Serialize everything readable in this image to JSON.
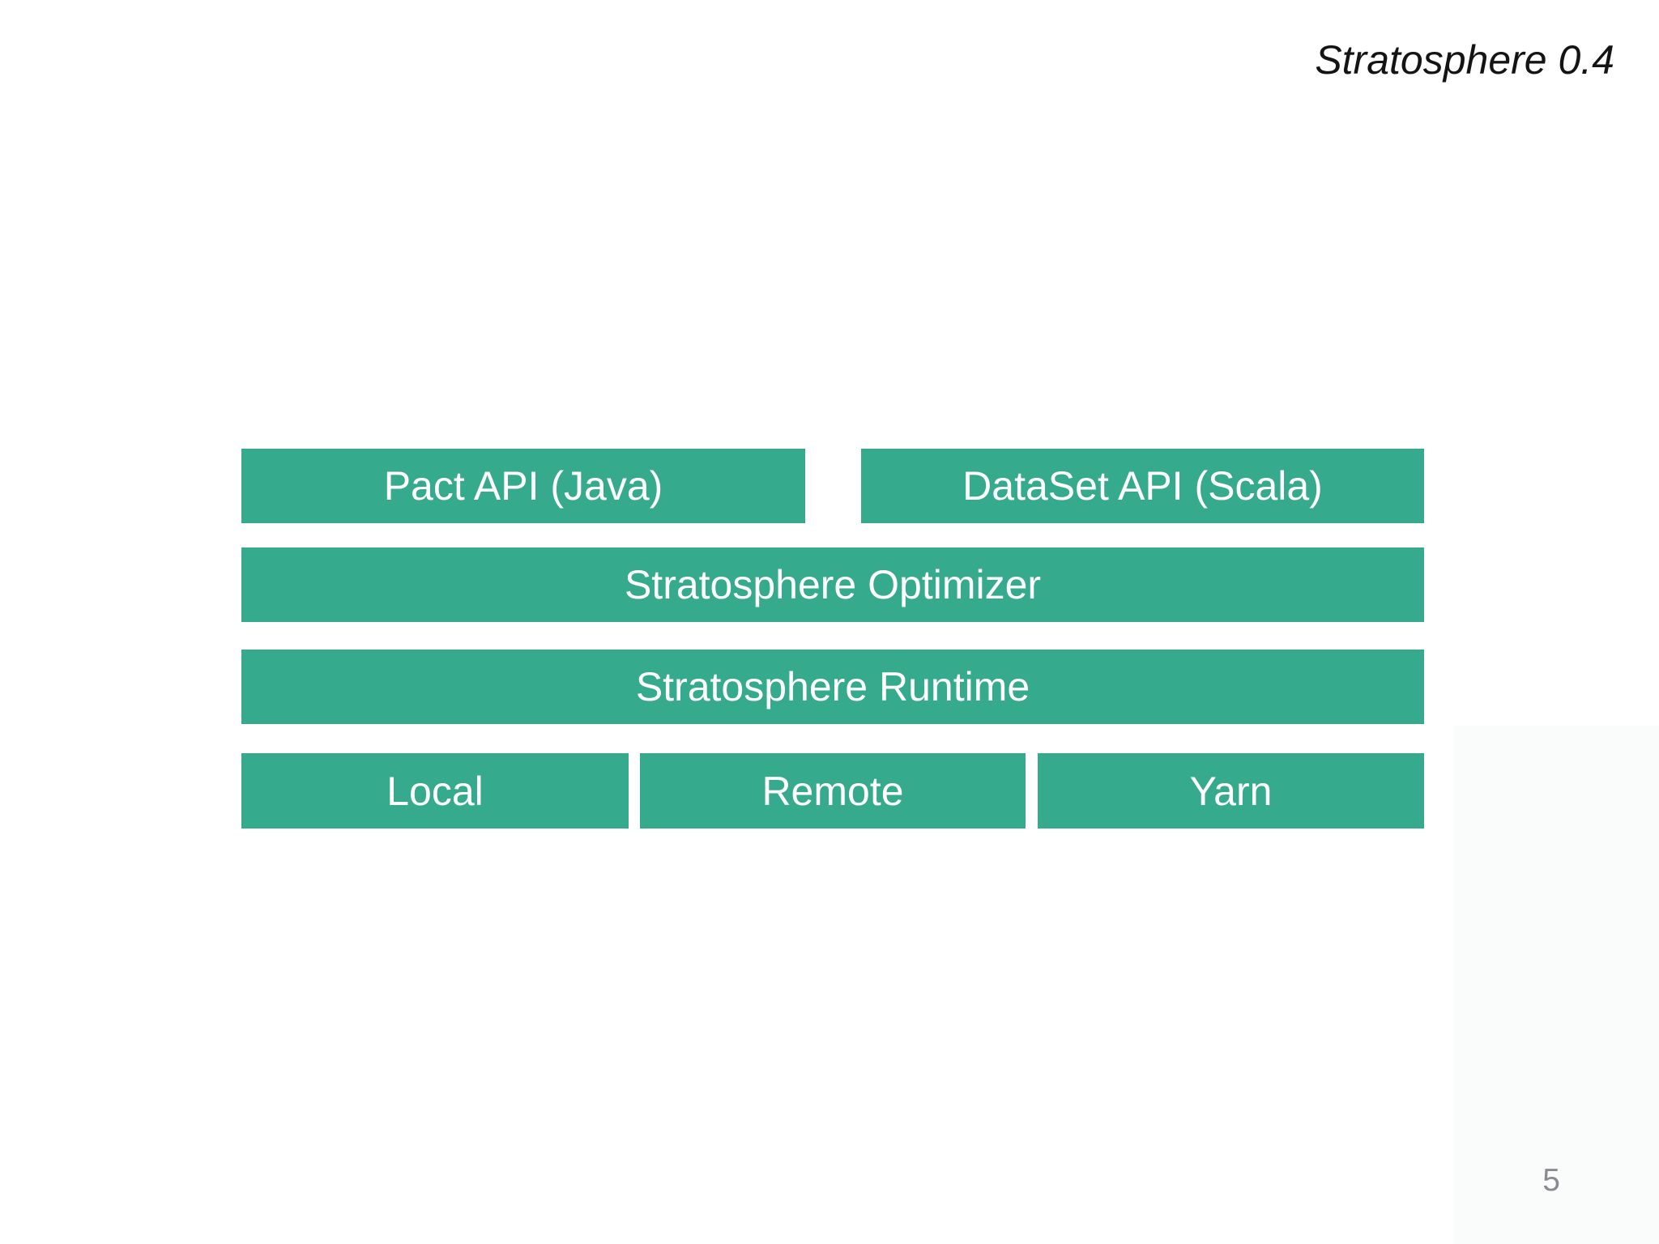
{
  "slide": {
    "title": "Stratosphere 0.4",
    "page_number": "5",
    "colors": {
      "block_fill": "#35aa8c",
      "block_text": "#ffffff",
      "title_text": "#141414",
      "page_number_text": "#8b8b91",
      "background": "#ffffff"
    },
    "diagram": {
      "type": "architecture-stack",
      "rows": [
        {
          "blocks": [
            {
              "label": "Pact API (Java)"
            },
            {
              "label": "DataSet API (Scala)"
            }
          ]
        },
        {
          "blocks": [
            {
              "label": "Stratosphere Optimizer"
            }
          ]
        },
        {
          "blocks": [
            {
              "label": "Stratosphere Runtime"
            }
          ]
        },
        {
          "blocks": [
            {
              "label": "Local"
            },
            {
              "label": "Remote"
            },
            {
              "label": "Yarn"
            }
          ]
        }
      ]
    }
  }
}
